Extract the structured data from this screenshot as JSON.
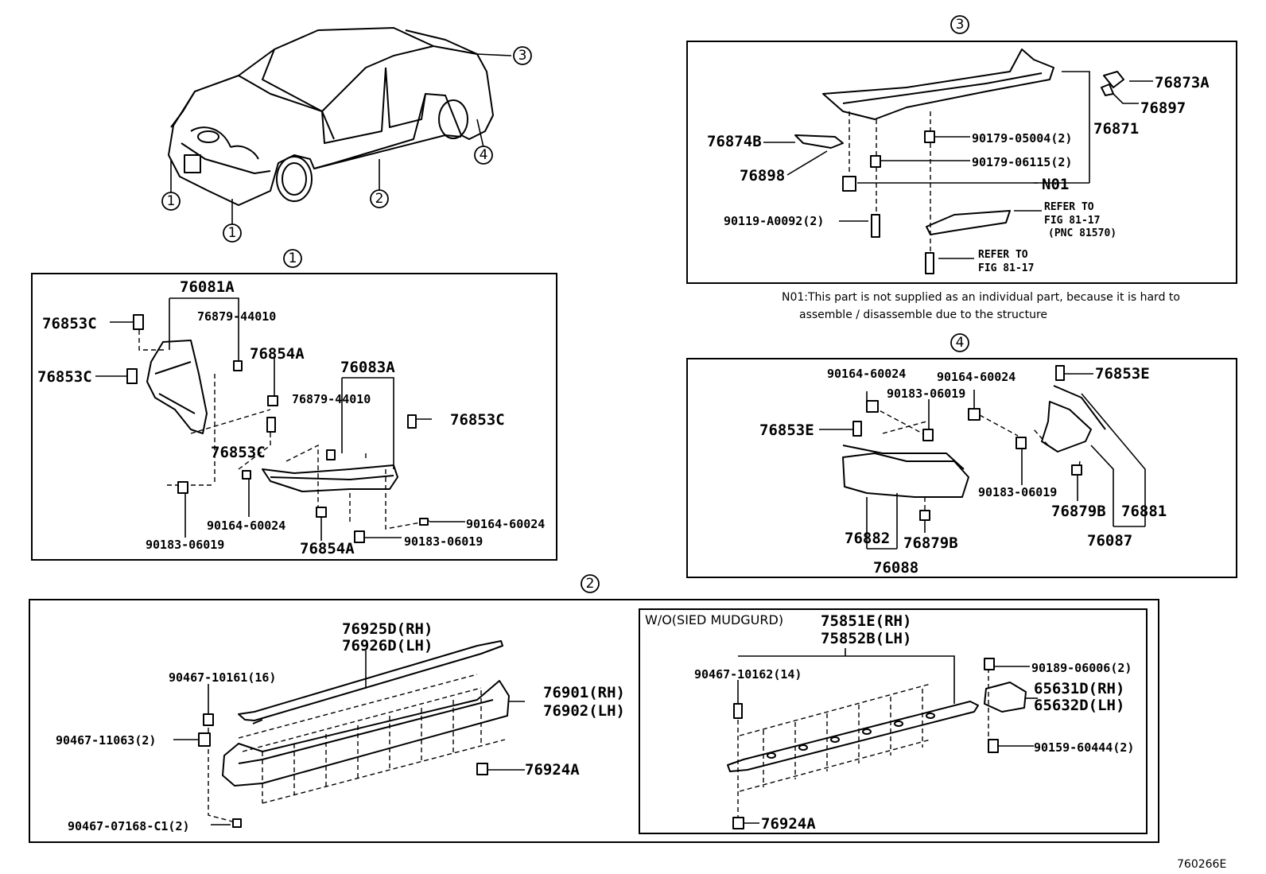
{
  "callouts": {
    "car_1a": "1",
    "car_1b": "1",
    "car_2": "2",
    "car_3": "3",
    "car_4": "4",
    "sec_1": "1",
    "sec_2": "2",
    "sec_3": "3",
    "sec_4": "4"
  },
  "section1": {
    "labels": [
      "76081A",
      "76879-44010",
      "76853C",
      "76853C",
      "76854A",
      "76083A",
      "76879-44010",
      "76853C",
      "76853C",
      "90183-06019",
      "90164-60024",
      "76854A",
      "90164-60024",
      "90183-06019"
    ]
  },
  "section2": {
    "labels": [
      "76925D(RH)",
      "76926D(LH)",
      "90467-10161(16)",
      "76901(RH)",
      "76902(LH)",
      "90467-11063(2)",
      "76924A",
      "90467-07168-C1(2)"
    ],
    "sub": {
      "title": "W/O(SIED MUDGURD)",
      "labels": [
        "75851E(RH)",
        "75852B(LH)",
        "90467-10162(14)",
        "90189-06006(2)",
        "65631D(RH)",
        "65632D(LH)",
        "90159-60444(2)",
        "76924A"
      ]
    }
  },
  "section3": {
    "labels": [
      "76873A",
      "76897",
      "76871",
      "76874B",
      "90179-05004(2)",
      "76898",
      "90179-06115(2)",
      "N01",
      "90119-A0092(2)",
      "REFER TO",
      "FIG 81-17",
      "(PNC 81570)",
      "REFER TO",
      "FIG 81-17"
    ],
    "note_line1": "N01:This part is not supplied as an individual part, because it is hard to",
    "note_line2": "assemble / disassemble due to the structure"
  },
  "section4": {
    "labels": [
      "90164-60024",
      "90164-60024",
      "76853E",
      "90183-06019",
      "76853E",
      "90183-06019",
      "76879B",
      "76881",
      "76882",
      "76879B",
      "76087",
      "76088"
    ]
  },
  "figure_code": "760266E"
}
